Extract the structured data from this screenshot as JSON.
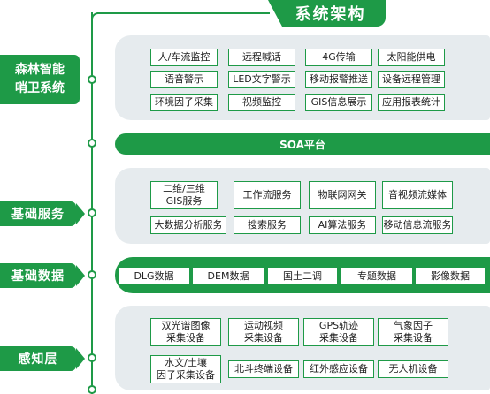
{
  "title": "系统架构",
  "colors": {
    "primary": "#1e9a47",
    "panel": "#e6ebee"
  },
  "layers": {
    "monitoring": {
      "label_line1": "森林智能",
      "label_line2": "哨卫系统",
      "items": [
        "人/车流监控",
        "远程喊话",
        "4G传输",
        "太阳能供电",
        "语音警示",
        "LED文字警示",
        "移动报警推送",
        "设备远程管理",
        "环境因子采集",
        "视频监控",
        "GIS信息展示",
        "应用报表统计"
      ]
    },
    "soa": {
      "label": "SOA平台"
    },
    "services": {
      "label": "基础服务",
      "items": [
        "二维/三维\nGIS服务",
        "工作流服务",
        "物联网网关",
        "音视频流媒体",
        "大数据分析服务",
        "搜索服务",
        "AI算法服务",
        "移动信息流服务"
      ]
    },
    "data": {
      "label": "基础数据",
      "items": [
        "DLG数据",
        "DEM数据",
        "国土二调",
        "专题数据",
        "影像数据"
      ]
    },
    "perception": {
      "label": "感知层",
      "items": [
        "双光谱图像\n采集设备",
        "运动视频\n采集设备",
        "GPS轨迹\n采集设备",
        "气象因子\n采集设备",
        "水文/土壤\n因子采集设备",
        "北斗终端设备",
        "红外感应设备",
        "无人机设备"
      ]
    }
  }
}
